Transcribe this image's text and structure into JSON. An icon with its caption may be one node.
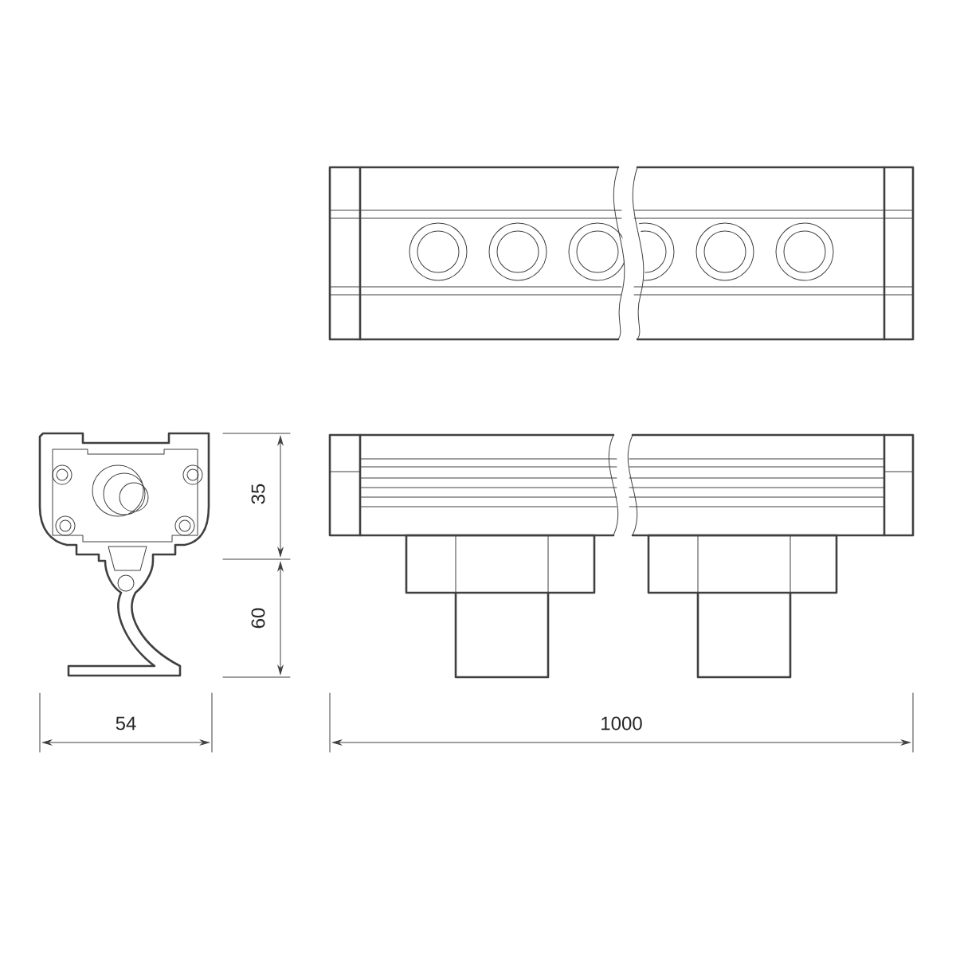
{
  "diagram": {
    "labels": [
      "35",
      "60",
      "54",
      "1000"
    ]
  }
}
